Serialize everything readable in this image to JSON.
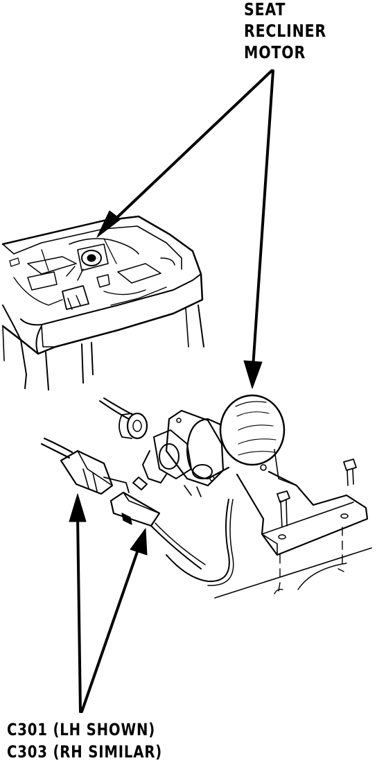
{
  "labels": {
    "motor": [
      "SEAT",
      "RECLINER",
      "MOTOR"
    ],
    "connector": [
      "C301 (LH SHOWN)",
      "C303 (RH SIMILAR)"
    ]
  },
  "colors": {
    "ink": "#000000",
    "paper": "#ffffff"
  }
}
